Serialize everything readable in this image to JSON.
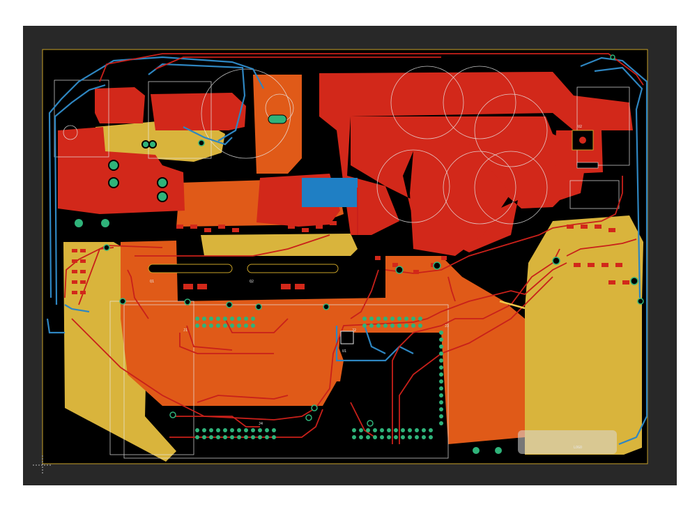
{
  "app": {
    "view": "PCB 2D layout view"
  },
  "board": {
    "outline_color": "#c9a227",
    "background": "#000000",
    "viewport_bg": "#282828"
  },
  "colors": {
    "top_copper": "#d2281a",
    "top_copper_pour": "#e05a18",
    "bottom_copper_pour": "#d9b43c",
    "bottom_traces": "#2e86c1",
    "pads": "#2fb37a",
    "silkscreen": "#e8e8e8",
    "blue_pour": "#1f7fc4"
  },
  "labels": {
    "j1": "J1",
    "j2": "J2",
    "j3": "J3",
    "j4": "J4",
    "u1": "U1",
    "u2": "U2",
    "q1": "Q1",
    "q2": "Q2",
    "logo": "LOGO"
  },
  "icons": {
    "origin": "origin-crosshair-icon"
  }
}
